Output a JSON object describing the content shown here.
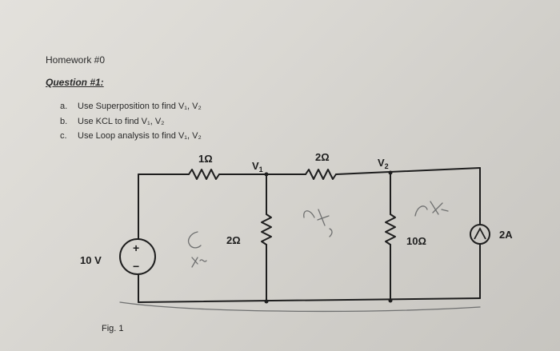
{
  "document": {
    "homework_title": "Homework #0",
    "question_title": "Question #1:",
    "items": [
      {
        "marker": "a.",
        "text": "Use Superposition to find V₁, V₂"
      },
      {
        "marker": "b.",
        "text": "Use KCL to find V₁, V₂"
      },
      {
        "marker": "c.",
        "text": "Use Loop analysis to find V₁, V₂"
      }
    ]
  },
  "circuit": {
    "r_top_left": "1Ω",
    "r_top_right": "2Ω",
    "node_v1": "V",
    "node_v1_sub": "1",
    "node_v2": "V",
    "node_v2_sub": "2",
    "r_middle": "2Ω",
    "r_right": "10Ω",
    "current_source": "2A",
    "voltage_source": "10 V",
    "plus_sign": "+",
    "minus_sign": "−",
    "figure_label": "Fig. 1"
  }
}
